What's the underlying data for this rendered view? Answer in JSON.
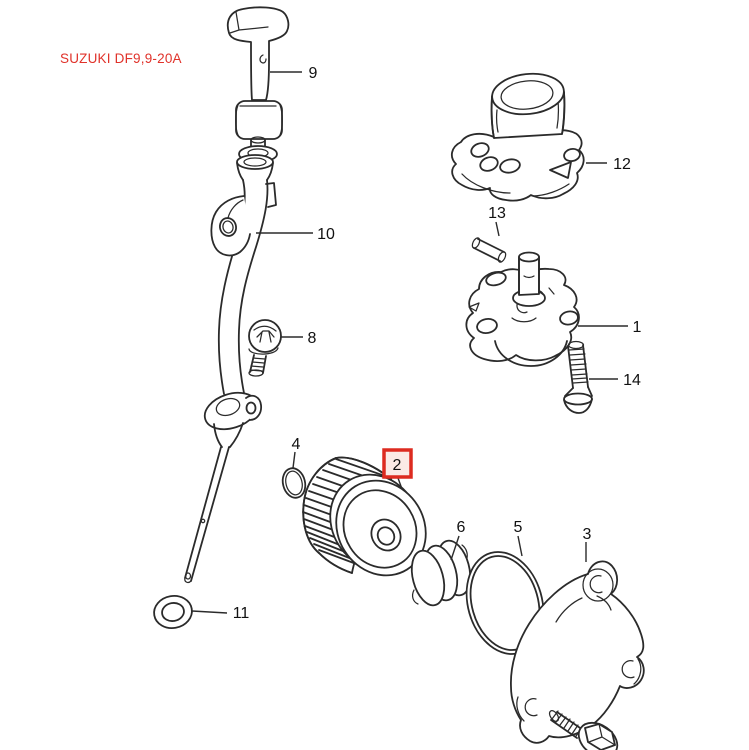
{
  "title": {
    "text": "SUZUKI DF9,9-20A"
  },
  "colors": {
    "title": "#e0322a",
    "line_art": "#2b2b2b",
    "label_text": "#111111",
    "highlight_border": "#dd2b20",
    "highlight_fill": "#fbeae6",
    "background": "#ffffff"
  },
  "highlight": {
    "part": "2"
  },
  "callouts": {
    "p1": {
      "label": "1"
    },
    "p2": {
      "label": "2",
      "highlighted": true
    },
    "p3": {
      "label": "3"
    },
    "p4": {
      "label": "4"
    },
    "p5": {
      "label": "5"
    },
    "p6": {
      "label": "6"
    },
    "p8": {
      "label": "8"
    },
    "p9": {
      "label": "9"
    },
    "p10": {
      "label": "10"
    },
    "p11": {
      "label": "11"
    },
    "p12": {
      "label": "12"
    },
    "p13": {
      "label": "13"
    },
    "p14": {
      "label": "14"
    }
  }
}
